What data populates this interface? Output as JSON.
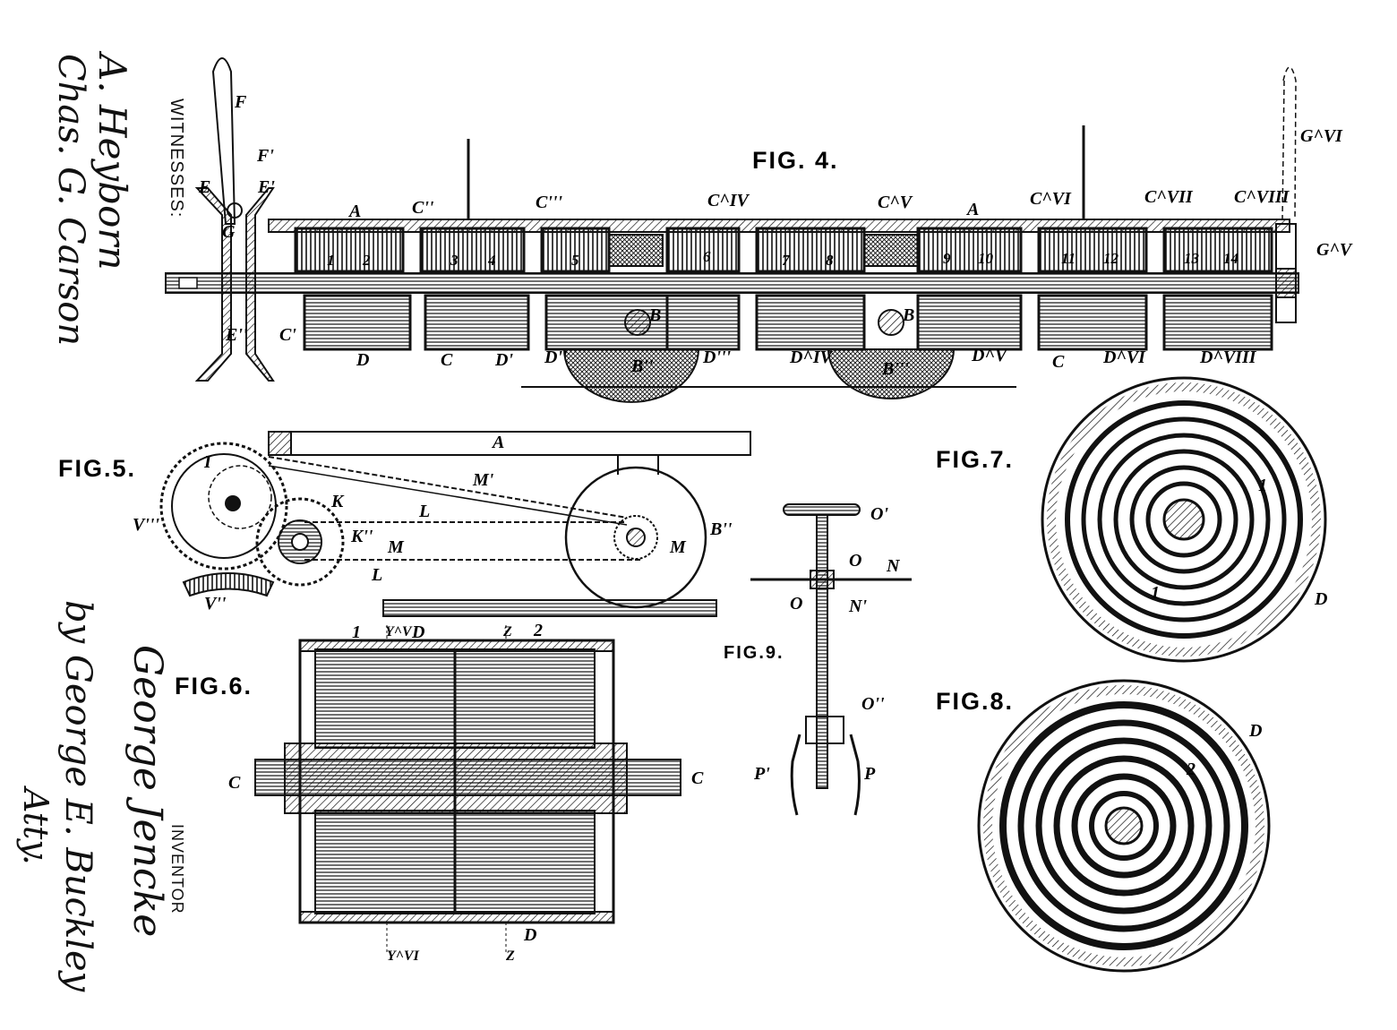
{
  "figures": {
    "fig4": {
      "title": "FIG. 4.",
      "labels": [
        "F",
        "F'",
        "E",
        "E'",
        "E''",
        "G",
        "C'",
        "C''",
        "C'''",
        "C^IV",
        "C^V",
        "C^VI",
        "C^VII",
        "C^VIII",
        "G^VI",
        "G^V",
        "A",
        "A",
        "D",
        "C",
        "D'",
        "D''",
        "D'''",
        "D^IV",
        "D^V",
        "C",
        "D^VI",
        "D^VIII",
        "B",
        "B",
        "B''",
        "B'''"
      ],
      "coil_numbers": [
        "1",
        "2",
        "3",
        "4",
        "5",
        "6",
        "7",
        "8",
        "9",
        "10",
        "11",
        "12",
        "13",
        "14"
      ]
    },
    "fig5": {
      "title": "FIG.5.",
      "labels": [
        "A",
        "I",
        "M'",
        "K",
        "L",
        "K''",
        "M",
        "M",
        "B''",
        "L",
        "V'''",
        "V''"
      ]
    },
    "fig6": {
      "title": "FIG.6.",
      "labels": [
        "1",
        "Y^V",
        "D",
        "Z",
        "2",
        "C",
        "C",
        "D",
        "Y^VI",
        "Z"
      ]
    },
    "fig7": {
      "title": "FIG.7.",
      "labels": [
        "1",
        "1",
        "D"
      ]
    },
    "fig8": {
      "title": "FIG.8.",
      "labels": [
        "2",
        "D"
      ]
    },
    "fig9": {
      "title": "FIG.9.",
      "labels": [
        "O'",
        "O",
        "N",
        "O",
        "N'",
        "O''",
        "P'",
        "P"
      ]
    }
  },
  "witnesses": {
    "heading": "WITNESSES:",
    "sig1": "A. Heyborn",
    "sig2": "Chas. G. Carson"
  },
  "inventor": {
    "heading": "INVENTOR",
    "name": "George Jencke",
    "by": "by George E. Buckley",
    "role": "Atty."
  },
  "colors": {
    "ink": "#111111",
    "paper": "#ffffff"
  }
}
